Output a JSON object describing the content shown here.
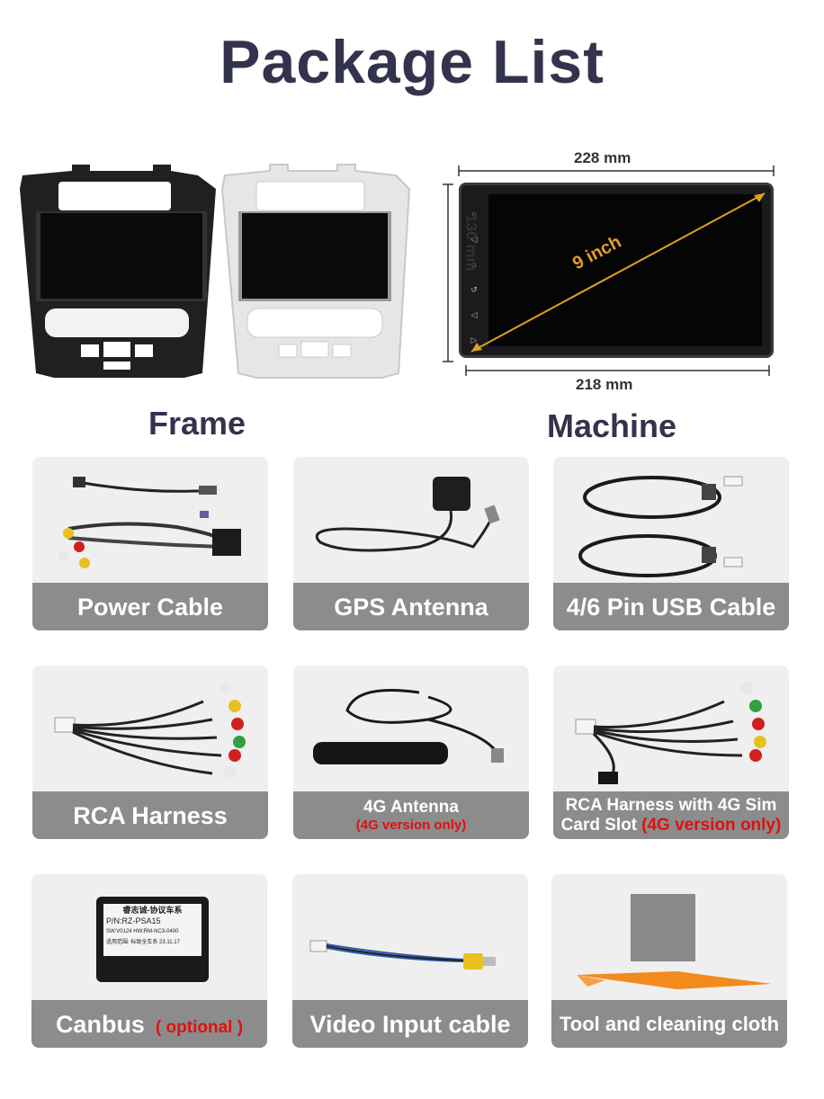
{
  "title": "Package List",
  "sections": {
    "frame": "Frame",
    "machine": "Machine"
  },
  "dimensions": {
    "top": "228 mm",
    "bottom": "218 mm",
    "side": "130 mm",
    "diagonal": "9 inch"
  },
  "colors": {
    "title": "#33334d",
    "label_bar": "#8c8c8c",
    "note": "#e01010",
    "diagonal": "#e0a020"
  },
  "items": [
    {
      "label": "Power Cable"
    },
    {
      "label": "GPS Antenna"
    },
    {
      "label": "4/6 Pin USB Cable"
    },
    {
      "label": "RCA Harness"
    },
    {
      "label": "4G Antenna",
      "note": "(4G version only)"
    },
    {
      "label_line1": "RCA Harness with 4G Sim",
      "label_line2": "Card Slot",
      "note": "(4G version only)"
    },
    {
      "label": "Canbus",
      "note": "( optional )"
    },
    {
      "label": "Video Input cable"
    },
    {
      "label": "Tool and cleaning cloth"
    }
  ],
  "canbus_box": {
    "line1": "睿志诚-协议车系",
    "line2": "P/N:RZ-PSA15",
    "line3": "SW:V0124  HW:RM-NC3-0400",
    "line4": "适用范围: 标致全车系   23.11.17"
  }
}
